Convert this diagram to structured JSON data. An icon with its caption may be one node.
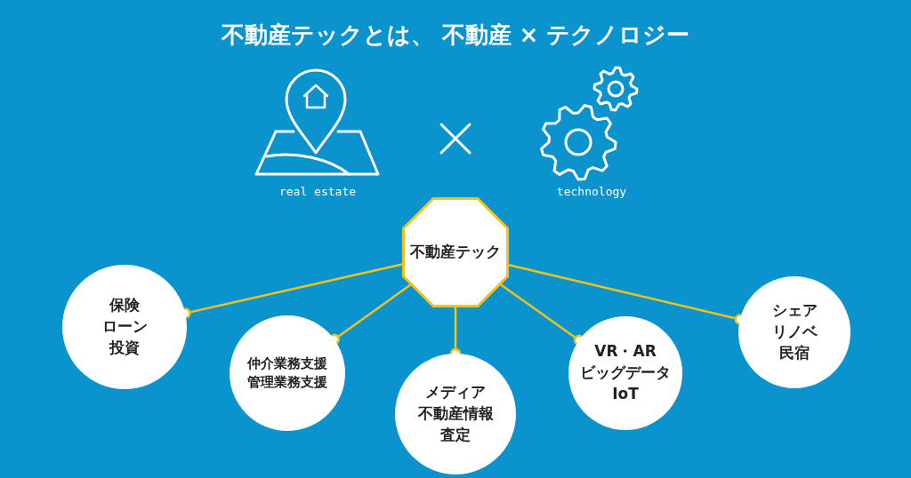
{
  "diagram": {
    "title": "不動産テックとは、 不動産 × テクノロジー",
    "nodes": [
      {
        "text": [
          "不動産テック"
        ]
      },
      {
        "text": [
          "保険",
          "ローン",
          "投資"
        ]
      },
      {
        "text": [
          "仲介業務支援",
          "管理業務支援"
        ]
      },
      {
        "text": [
          "メディア",
          "不動産情報",
          "査定"
        ]
      },
      {
        "text": [
          "VR・AR",
          "ビッグデータ",
          "IoT"
        ]
      },
      {
        "text": [
          "シェア",
          "リノベ",
          "民宿"
        ]
      }
    ],
    "edges": [
      {
        "from": 0,
        "to": 1,
        "arrow": "other"
      },
      {
        "from": 0,
        "to": 2,
        "arrow": "other"
      },
      {
        "from": 0,
        "to": 3,
        "arrow": "other"
      },
      {
        "from": 0,
        "to": 4,
        "arrow": "other"
      },
      {
        "from": 0,
        "to": 5,
        "arrow": "other"
      }
    ],
    "labels": [
      "real estate",
      "technology"
    ]
  }
}
